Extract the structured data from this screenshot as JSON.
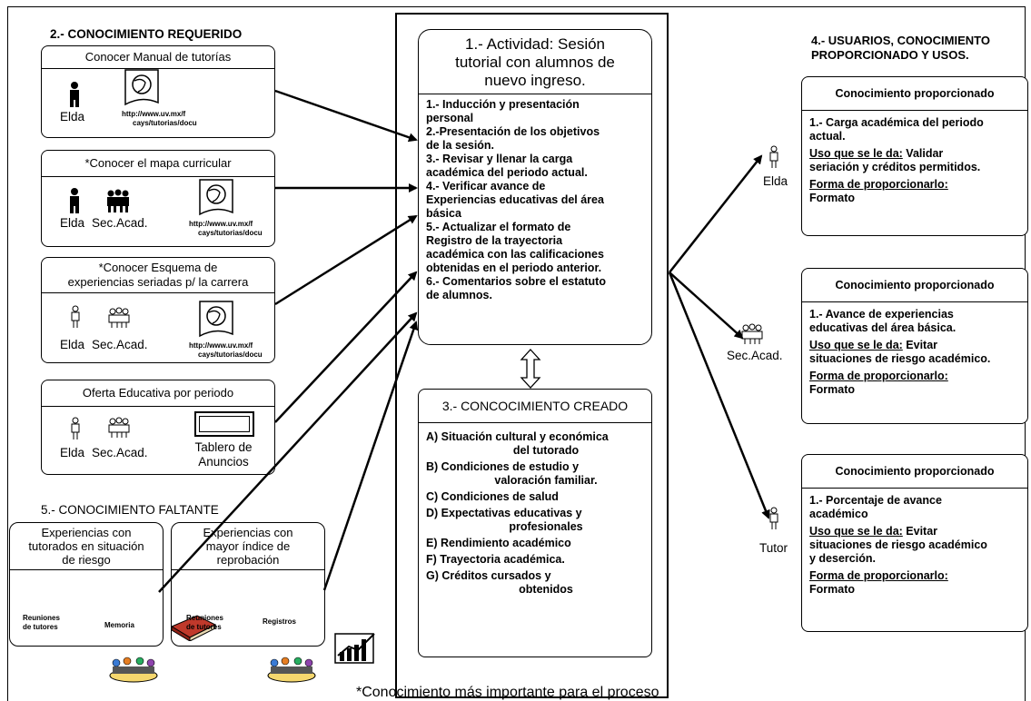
{
  "section2": {
    "title": "2.- CONOCIMIENTO REQUERIDO",
    "boxes": [
      {
        "title": "Conocer Manual de tutorías",
        "actors": [
          "Elda"
        ],
        "url": [
          "http://www.uv.mx/f",
          "cays/tutorias/docu"
        ]
      },
      {
        "title": "*Conocer el mapa curricular",
        "actors": [
          "Elda",
          "Sec.Acad."
        ],
        "url": [
          "http://www.uv.mx/f",
          "cays/tutorias/docu"
        ]
      },
      {
        "title_lines": [
          "*Conocer Esquema de",
          "experiencias seriadas p/ la carrera"
        ],
        "actors": [
          "Elda",
          "Sec.Acad."
        ],
        "url": [
          "http://www.uv.mx/f",
          "cays/tutorias/docu"
        ]
      },
      {
        "title": "Oferta Educativa por periodo",
        "actors": [
          "Elda",
          "Sec.Acad."
        ],
        "board": [
          "Tablero de",
          "Anuncios"
        ]
      }
    ]
  },
  "section1": {
    "title_lines": [
      "1.- Actividad: Sesión",
      "tutorial con alumnos de",
      "nuevo ingreso."
    ],
    "items": [
      "1.- Inducción y presentación",
      "personal",
      "2.-Presentación de los objetivos",
      "de la sesión.",
      "3.- Revisar y llenar la carga",
      "académica del periodo actual.",
      "4.- Verificar avance de",
      "Experiencias educativas del área",
      "básica",
      "5.- Actualizar el formato de",
      "Registro de la trayectoria",
      "académica con las calificaciones",
      "obtenidas en el periodo anterior.",
      "6.- Comentarios sobre el estatuto",
      "de alumnos."
    ]
  },
  "section3": {
    "title": "3.- CONCOCIMIENTO CREADO",
    "items": [
      [
        "A) Situación cultural y económica",
        "del tutorado"
      ],
      [
        "B) Condiciones de estudio y",
        "valoración familiar."
      ],
      [
        "C) Condiciones de salud"
      ],
      [
        "D) Expectativas educativas y",
        "profesionales"
      ],
      [
        "E) Rendimiento académico"
      ],
      [
        "F) Trayectoria académica."
      ],
      [
        "G) Créditos cursados y",
        "obtenidos"
      ]
    ]
  },
  "section4": {
    "title_lines": [
      "4.- USUARIOS, CONOCIMIENTO",
      "PROPORCIONADO Y USOS."
    ],
    "header": "Conocimiento proporcionado",
    "uso_label": "Uso que se le da:",
    "forma_label": "Forma de proporcionarlo:",
    "users": [
      {
        "actor": "Elda",
        "item": [
          "1.- Carga académica del periodo",
          "actual."
        ],
        "uso": [
          "Validar",
          "seriación y créditos permitidos."
        ],
        "forma": "Formato"
      },
      {
        "actor": "Sec.Acad.",
        "item": [
          "1.- Avance de experiencias",
          "educativas del área básica."
        ],
        "uso": [
          "Evitar",
          "situaciones de riesgo académico."
        ],
        "forma": "Formato"
      },
      {
        "actor": "Tutor",
        "item": [
          "1.- Porcentaje de avance",
          "académico"
        ],
        "uso": [
          "Evitar",
          "situaciones de riesgo académico",
          "y deserción."
        ],
        "forma": "Formato"
      }
    ]
  },
  "section5": {
    "title": "5.- CONOCIMIENTO FALTANTE",
    "boxes": [
      {
        "title_lines": [
          "Experiencias con",
          "tutorados en situación",
          "de riesgo"
        ],
        "sources": [
          [
            "Reuniones",
            "de tutores"
          ],
          [
            "Memoria"
          ]
        ]
      },
      {
        "title_lines": [
          "Experiencias con",
          "mayor índice de",
          "reprobación"
        ],
        "sources": [
          [
            "Reuniones",
            "de tutores"
          ],
          [
            "Registros"
          ]
        ]
      }
    ]
  },
  "footer": "*Conocimiento más importante para el proceso"
}
